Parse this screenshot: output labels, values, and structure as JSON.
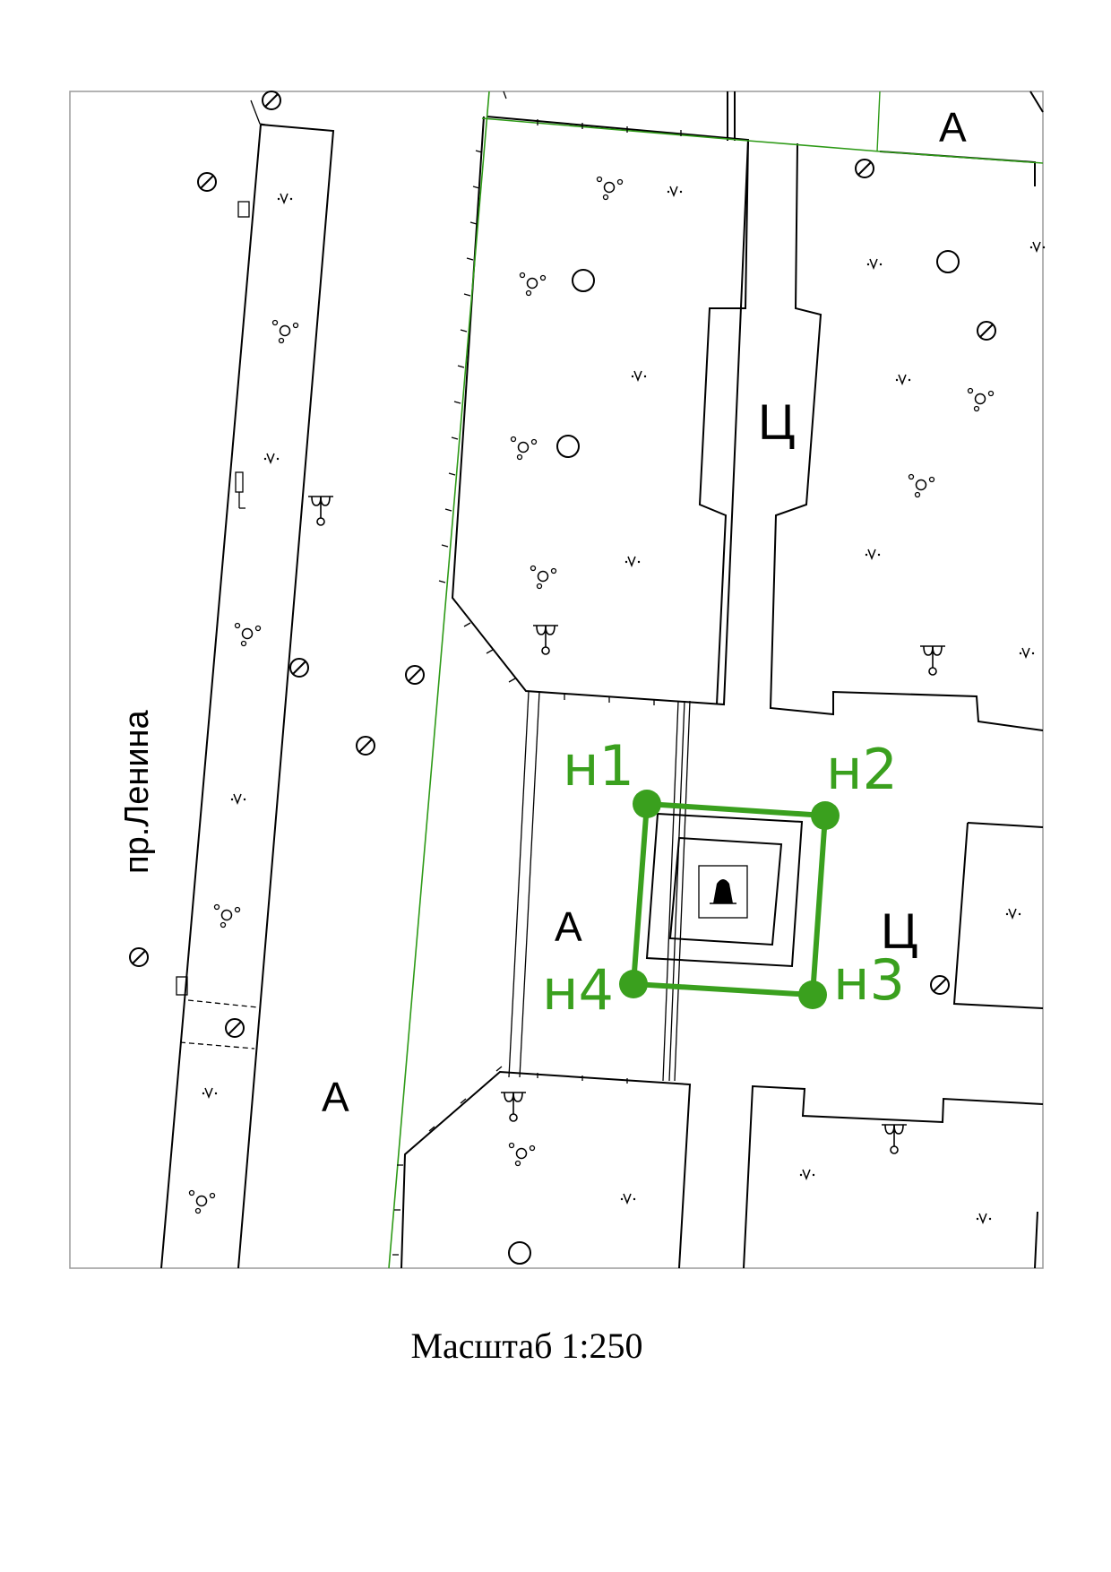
{
  "map": {
    "street_label": "пр.Ленина",
    "zone_labels": {
      "a_top_right": "А",
      "c_middle": "Ц",
      "a_center": "А",
      "c_right": "Ц",
      "a_bottom_left": "А"
    },
    "points": [
      {
        "id": "н1"
      },
      {
        "id": "н2"
      },
      {
        "id": "н3"
      },
      {
        "id": "н4"
      }
    ],
    "scale_caption": "Масштаб 1:250",
    "colors": {
      "boundary": "#2e9a17",
      "plot": "#3aa01e",
      "ink": "#000000"
    },
    "symbols": [
      "grass-mark",
      "tree-group",
      "circle",
      "crossed-circle",
      "lamp"
    ]
  }
}
